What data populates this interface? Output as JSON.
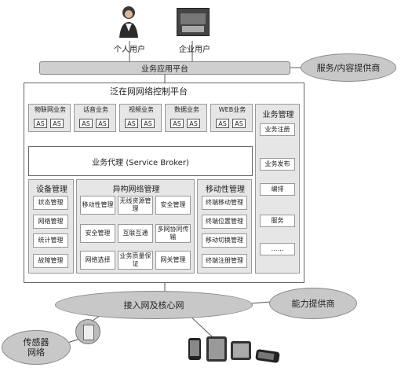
{
  "users": {
    "personal": "个人用户",
    "enterprise": "企业用户"
  },
  "platform": {
    "business_app_platform": "业务应用平台",
    "service_provider": "服务/内容提供商",
    "hetero_platform_title": "泛在网网络控制平台",
    "service_broker": "业务代理 (Service Broker)",
    "access_core": "接入网及核心网",
    "capability_provider": "能力提供商",
    "sensor_network": "传感器网络"
  },
  "service_modules": [
    {
      "label": "物联网业务",
      "as": [
        "AS",
        "AS"
      ]
    },
    {
      "label": "话音业务",
      "as": [
        "AS",
        "AS"
      ]
    },
    {
      "label": "视频业务",
      "as": [
        "AS",
        "AS"
      ]
    },
    {
      "label": "数据业务",
      "as": [
        "AS",
        "AS"
      ]
    },
    {
      "label": "WEB业务",
      "as": [
        "AS",
        "AS"
      ]
    }
  ],
  "service_mgmt": {
    "title": "业务管理",
    "items": [
      "业务注册",
      "业务发布",
      "编排",
      "服务",
      "……"
    ]
  },
  "device_mgmt": {
    "title": "设备管理",
    "items": [
      "状态管理",
      "网络管理",
      "统计管理",
      "故障管理"
    ]
  },
  "hetero_mgmt": {
    "title": "异构网络管理",
    "items": [
      "移动性管理",
      "安全管理",
      "网络选择",
      "无线资源管理",
      "互联互通",
      "业务质量保证",
      "安全管理",
      "多网协同传输",
      "网关管理"
    ]
  },
  "mobility_mgmt": {
    "title": "移动性管理",
    "items": [
      "终端移动管理",
      "终端位置管理",
      "移动切换管理",
      "终端注册管理"
    ]
  },
  "colors": {
    "gray_ellipse": "#c8c8c8",
    "gray_bar": "#cfcfcf",
    "light_panel": "#e6e6e6"
  }
}
